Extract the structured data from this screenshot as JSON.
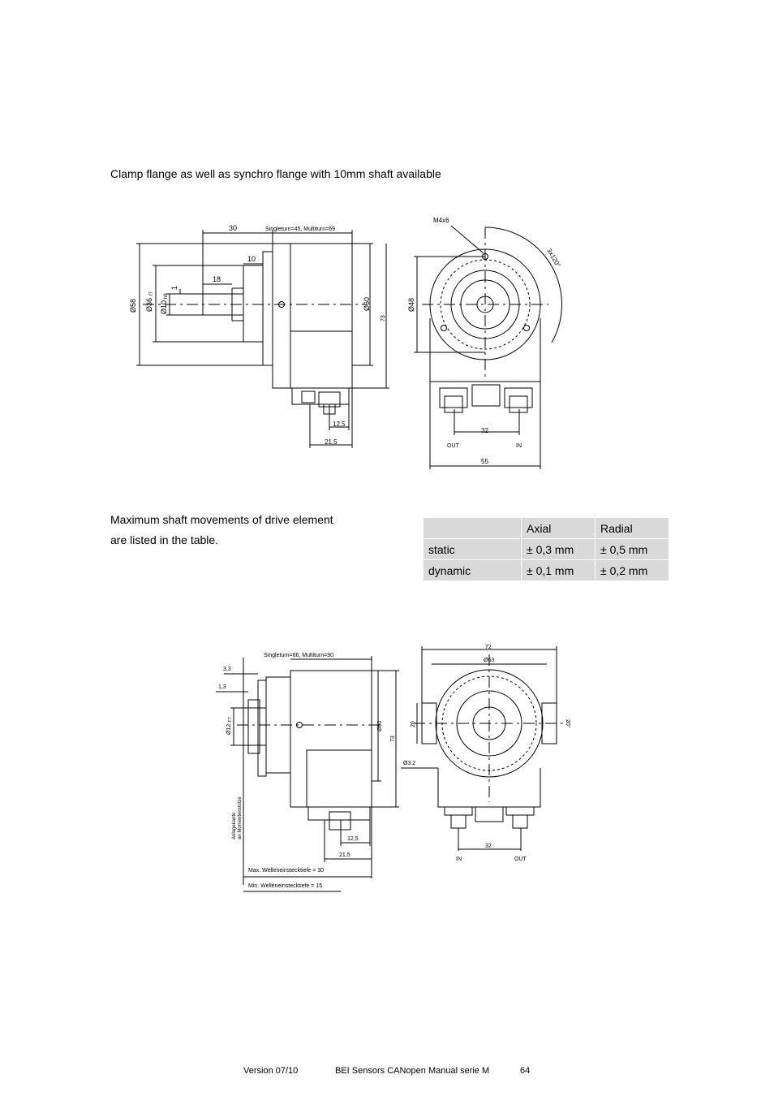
{
  "intro_text": "Clamp flange as well as synchro flange with 10mm shaft available",
  "drawing1": {
    "dim_30": "30",
    "dim_length": "Singleturn=45, Multiturn=69",
    "dim_10": "10",
    "dim_18": "18",
    "dim_1": "1",
    "dim_d58": "Ø58",
    "dim_d36": "Ø36",
    "dim_d36_tol": "f7",
    "dim_d10": "Ø10",
    "dim_d10_tol": "h8",
    "dim_d60": "Ø60",
    "dim_73": "73",
    "dim_12_5": "12,5",
    "dim_21_5": "21,5",
    "thread": "M4x6",
    "angle": "3x120°",
    "dim_d48": "Ø48",
    "dim_32": "32",
    "label_out": "OUT",
    "label_in": "IN",
    "dim_55": "55"
  },
  "shaft_text": {
    "line1": "Maximum shaft movements of drive element",
    "line2": "are listed in the table."
  },
  "movement_table": {
    "header": [
      "",
      "Axial",
      "Radial"
    ],
    "rows": [
      [
        "static",
        "± 0,3 mm",
        "± 0,5 mm"
      ],
      [
        "dynamic",
        "± 0,1 mm",
        "± 0,2 mm"
      ]
    ]
  },
  "drawing2": {
    "dim_length": "Singleturn=66, Multiturn=90",
    "dim_3_3": "3,3",
    "dim_1_3": "1,3",
    "dim_d12": "Ø12",
    "dim_d12_tol": "F7",
    "dim_d60": "Ø60",
    "dim_73": "73",
    "dim_12_5": "12,5",
    "dim_21_5": "21,5",
    "vertical_note_1": "Anlagekante",
    "vertical_note_2": "an Momentenstütze",
    "max_depth": "Max. Welleneinstecktiefe = 30",
    "min_depth": "Min. Welleneinstecktiefe = 15",
    "dim_72": "72",
    "dim_d63": "Ø63",
    "dim_20": "20",
    "angle": "20°",
    "dim_d3_2": "Ø3.2",
    "dim_32": "32",
    "label_in": "IN",
    "label_out": "OUT"
  },
  "footer": {
    "version": "Version 07/10",
    "manual": "BEI Sensors CANopen Manual serie M",
    "page": "64"
  }
}
